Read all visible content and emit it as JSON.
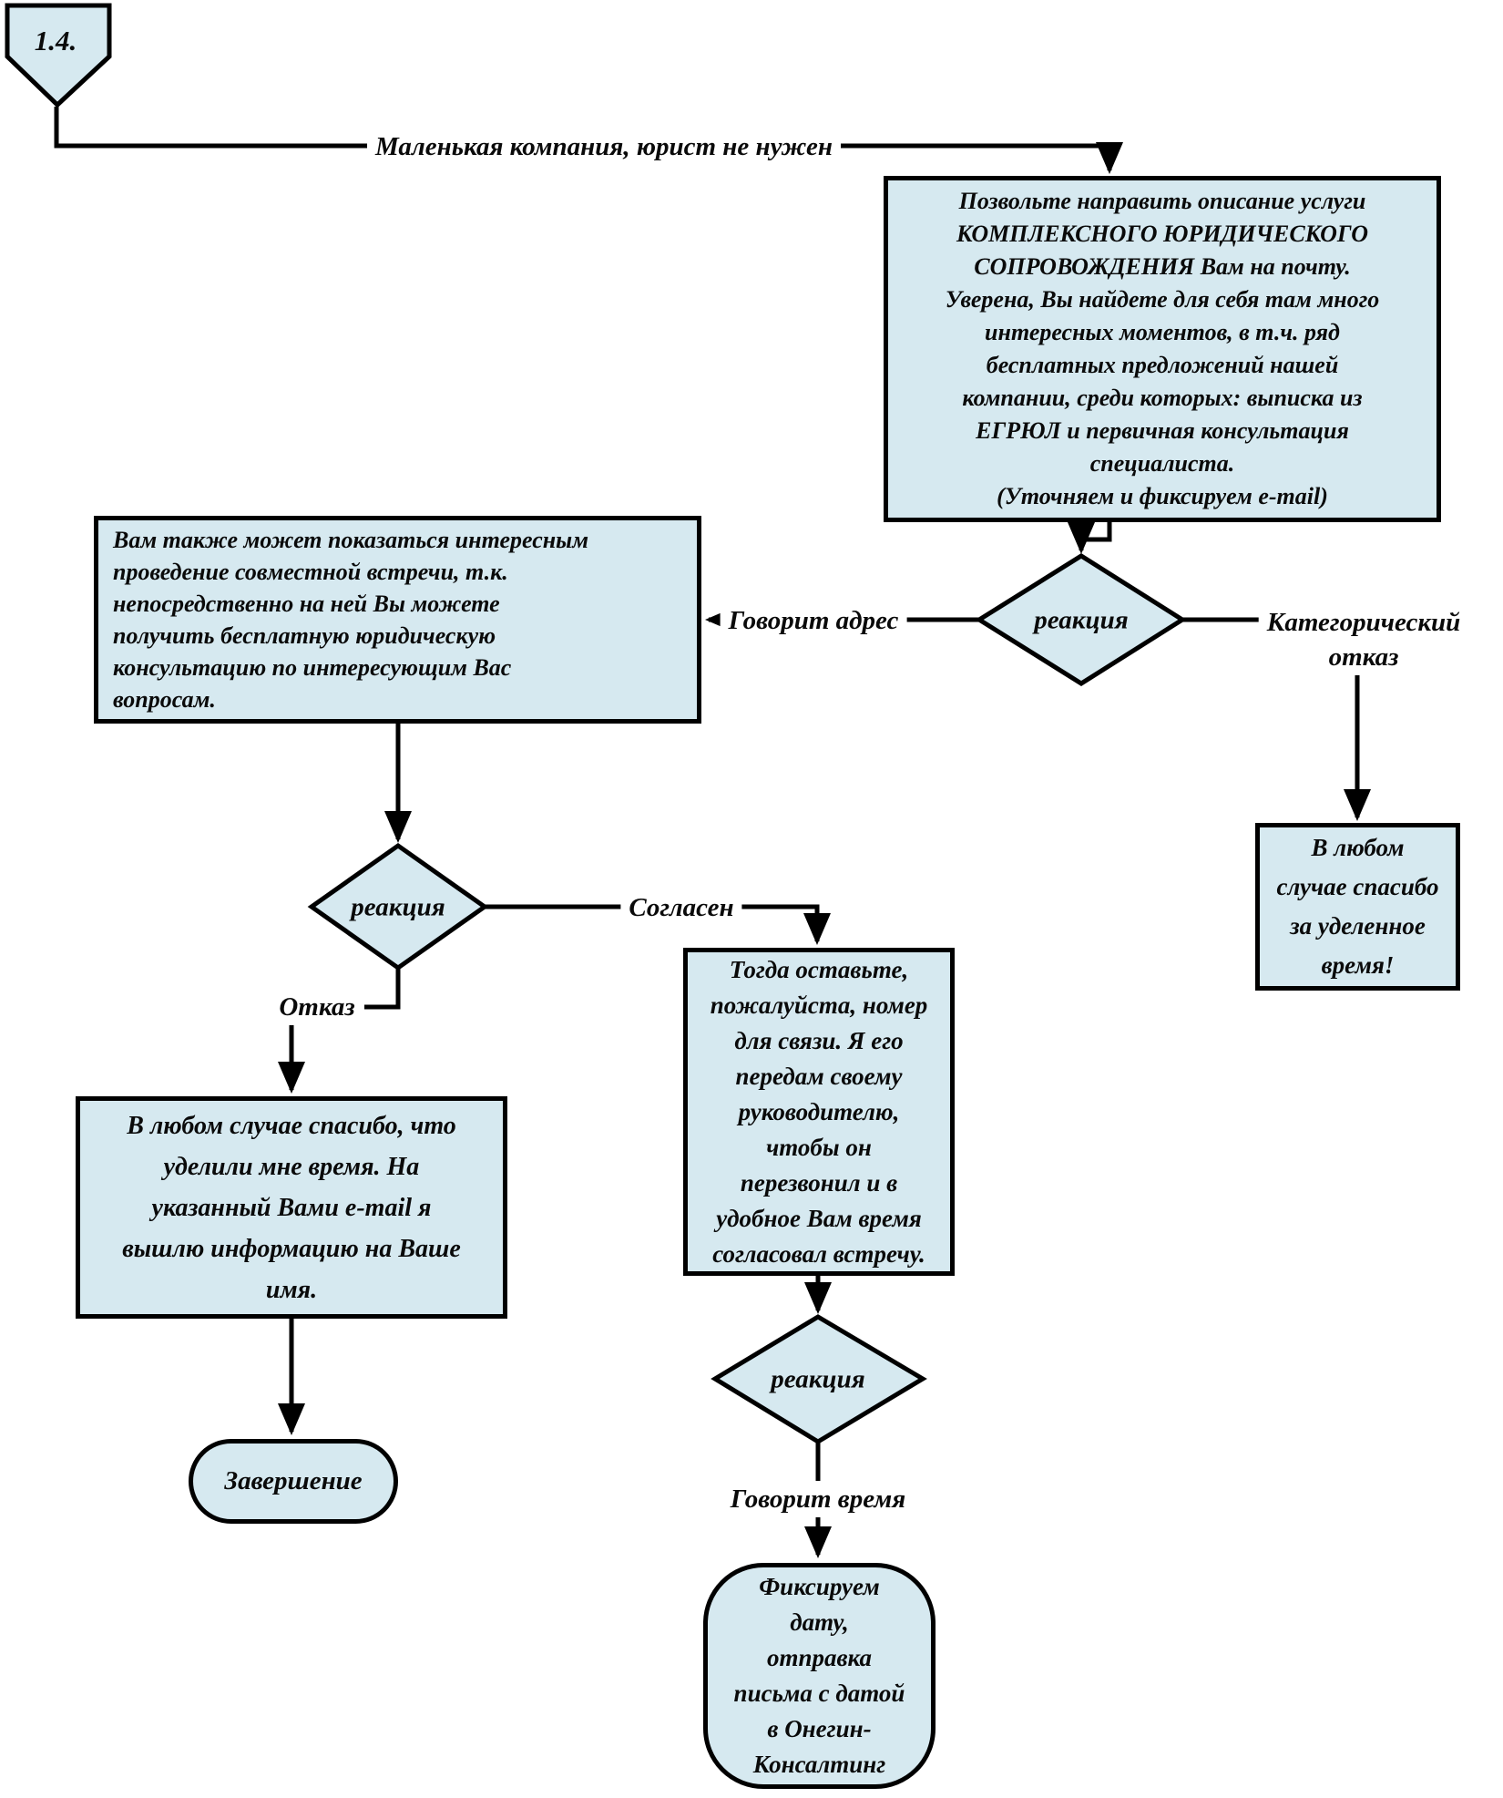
{
  "palette": {
    "shape_fill": "#d6e9f0",
    "line_color": "#000000",
    "text_color": "#0a0a0a",
    "background": "#ffffff"
  },
  "start": {
    "label": "1.4."
  },
  "edges": {
    "small_company": {
      "label": "Маленькая компания, юрист не нужен"
    },
    "says_address": {
      "label": "Говорит адрес"
    },
    "categorical_refusal": {
      "lines": [
        "Категорический",
        "отказ"
      ]
    },
    "agrees": {
      "label": "Согласен"
    },
    "refusal": {
      "label": "Отказ"
    },
    "says_time": {
      "label": "Говорит время"
    }
  },
  "nodes": {
    "offer_email": {
      "type": "process",
      "lines": [
        "Позвольте направить описание услуги",
        "КОМПЛЕКСНОГО ЮРИДИЧЕСКОГО",
        "СОПРОВОЖДЕНИЯ Вам на почту.",
        "Уверена, Вы найдете для себя там много",
        "интересных моментов, в т.ч. ряд",
        "бесплатных предложений нашей",
        "компании, среди которых: выписка из",
        "ЕГРЮЛ и первичная консультация",
        "специалиста.",
        "(Уточняем и фиксируем  e-mail)"
      ]
    },
    "reaction1": {
      "type": "decision",
      "label": "реакция"
    },
    "meeting_suggestion": {
      "type": "process",
      "lines": [
        "Вам также может показаться интересным",
        "проведение совместной встречи, т.к.",
        "непосредственно на ней Вы можете",
        "получить бесплатную юридическую",
        "консультацию по интересующим Вас",
        "вопросам."
      ]
    },
    "thanks_time": {
      "type": "process",
      "lines": [
        "В любом",
        "случае спасибо",
        "за уделенное",
        "время!"
      ]
    },
    "reaction2": {
      "type": "decision",
      "label": "реакция"
    },
    "leave_number": {
      "type": "process",
      "lines": [
        "Тогда оставьте,",
        "пожалуйста, номер",
        "для связи. Я его",
        "передам своему",
        "руководителю,",
        "чтобы он",
        "перезвонил и в",
        "удобное Вам время",
        "согласовал встречу."
      ]
    },
    "thanks_email": {
      "type": "process",
      "lines": [
        "В любом случае спасибо, что",
        "уделили мне время. На",
        "указанный Вами  e-mail  я",
        "вышлю информацию на Ваше",
        "имя."
      ]
    },
    "completion": {
      "type": "terminator",
      "label": "Завершение"
    },
    "reaction3": {
      "type": "decision",
      "label": "реакция"
    },
    "fix_date": {
      "type": "terminator",
      "lines": [
        "Фиксируем",
        "дату,",
        "отправка",
        "письма с датой",
        "в Онегин-",
        "Консалтинг"
      ]
    }
  }
}
